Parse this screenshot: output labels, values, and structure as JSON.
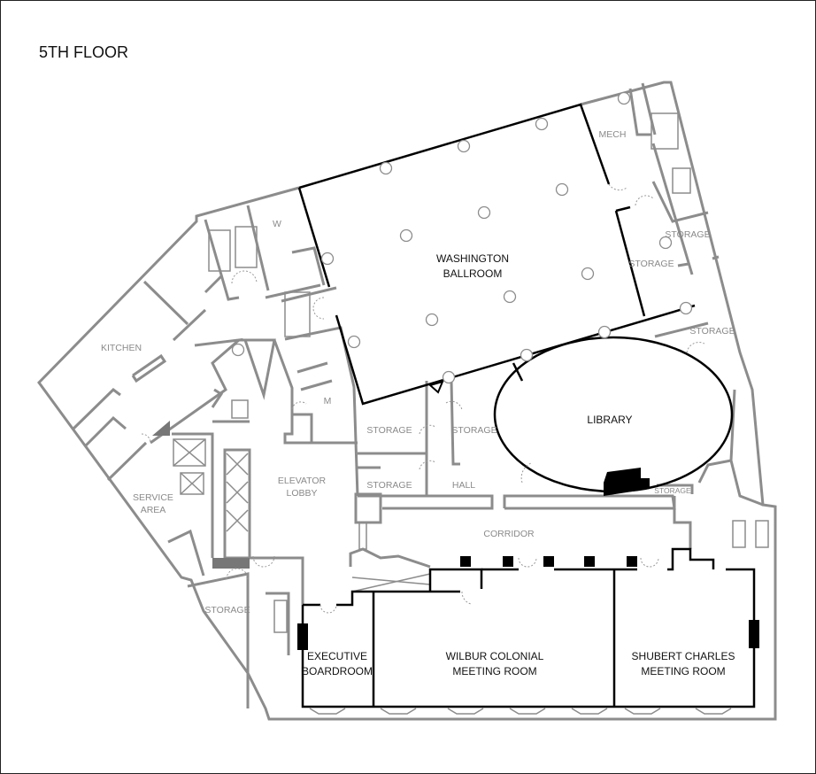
{
  "title": "5TH FLOOR",
  "colors": {
    "wall": "#8c8c8c",
    "event_room_wall": "#000000",
    "label": "#8a8a8a",
    "event_room_label": "#111111"
  },
  "event_rooms": {
    "washington_ballroom": [
      "WASHINGTON",
      "BALLROOM"
    ],
    "library": "LIBRARY",
    "executive_boardroom": [
      "EXECUTIVE",
      "BOARDROOM"
    ],
    "wilbur_colonial": [
      "WILBUR COLONIAL",
      "MEETING ROOM"
    ],
    "shubert_charles": [
      "SHUBERT CHARLES",
      "MEETING ROOM"
    ]
  },
  "service_rooms": {
    "kitchen": "KITCHEN",
    "w": "W",
    "m": "M",
    "service_area": [
      "SERVICE",
      "AREA"
    ],
    "elevator_lobby": [
      "ELEVATOR",
      "LOBBY"
    ],
    "storage": "STORAGE",
    "hall": "HALL",
    "corridor": "CORRIDOR",
    "mech": "MECH"
  }
}
